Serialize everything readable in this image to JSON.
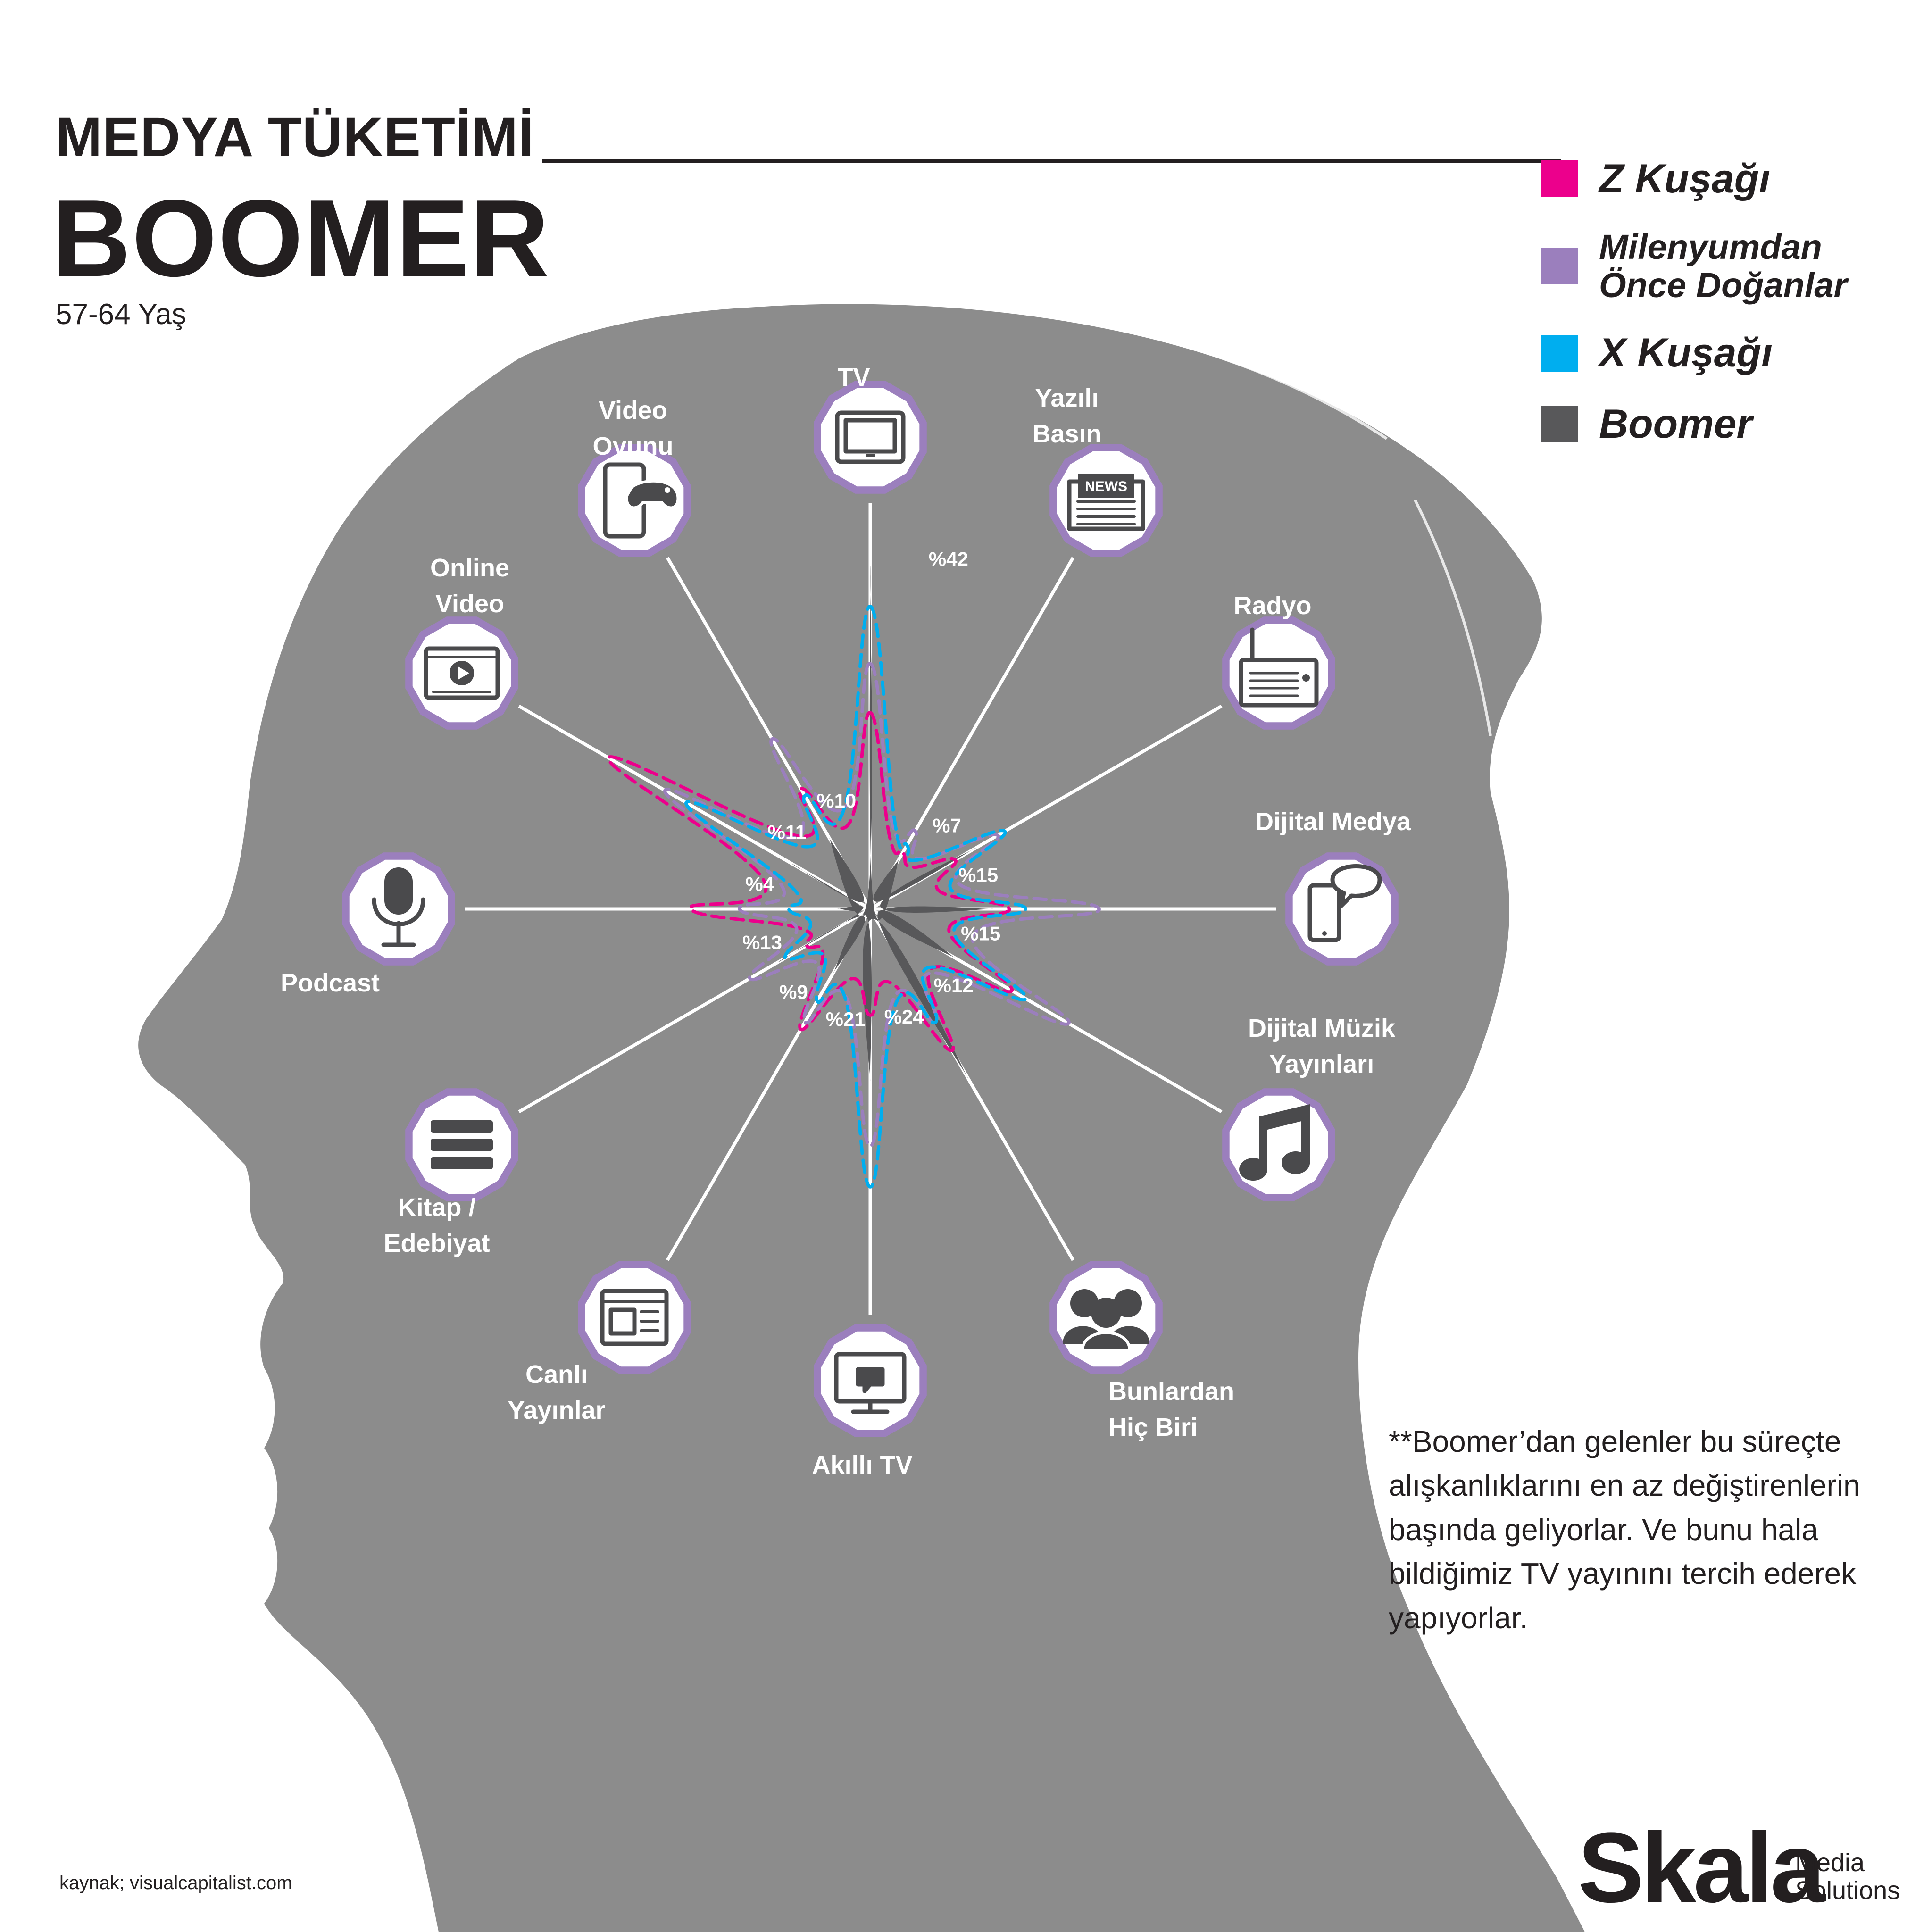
{
  "header": {
    "title_small": "MEDYA TÜKETİMİ",
    "title_big": "BOOMER",
    "subtitle": "57-64 Yaş"
  },
  "colors": {
    "head": "#8c8c8c",
    "z": "#ec008c",
    "mil": "#9b7fbd",
    "x": "#00aeef",
    "boomer": "#58585a",
    "ring": "#9b7fbd"
  },
  "legend": [
    {
      "label": "Z Kuşağı",
      "color": "#ec008c"
    },
    {
      "label": "Milenyumdan\nÖnce Doğanlar",
      "color": "#9b7fbd"
    },
    {
      "label": "X Kuşağı",
      "color": "#00aeef"
    },
    {
      "label": "Boomer",
      "color": "#58585a"
    }
  ],
  "chart_data": {
    "type": "radar",
    "categories": [
      {
        "label": "TV",
        "icon": "tv-icon",
        "pct": "%42"
      },
      {
        "label": "Yazılı\nBasın",
        "icon": "newspaper-icon",
        "pct": "%7"
      },
      {
        "label": "Radyo",
        "icon": "radio-icon",
        "pct": "%15"
      },
      {
        "label": "Dijital Medya",
        "icon": "phone-chat-icon",
        "pct": "%15"
      },
      {
        "label": "Dijital Müzik\nYayınları",
        "icon": "music-note-icon",
        "pct": "%12"
      },
      {
        "label": "Bunlardan\nHiç Biri",
        "icon": "people-icon",
        "pct": "%24"
      },
      {
        "label": "Akıllı TV",
        "icon": "smart-tv-icon",
        "pct": "%21"
      },
      {
        "label": "Canlı\nYayınlar",
        "icon": "live-stream-icon",
        "pct": "%9"
      },
      {
        "label": "Kitap /\nEdebiyat",
        "icon": "book-icon",
        "pct": "%13"
      },
      {
        "label": "Podcast",
        "icon": "microphone-icon",
        "pct": "%4"
      },
      {
        "label": "Online\nVideo",
        "icon": "online-video-icon",
        "pct": "%11"
      },
      {
        "label": "Video\nOyunu",
        "icon": "game-controller-icon",
        "pct": "%10"
      }
    ],
    "series": [
      {
        "name": "Z Kuşağı",
        "values": [
          24,
          8,
          12,
          17,
          20,
          20,
          13,
          17,
          9,
          22,
          37,
          17
        ]
      },
      {
        "name": "Milenyumdan Önce Doğanlar",
        "values": [
          30,
          11,
          18,
          28,
          28,
          16,
          29,
          16,
          17,
          16,
          29,
          24
        ]
      },
      {
        "name": "X Kuşağı",
        "values": [
          37,
          9,
          19,
          19,
          22,
          16,
          34,
          13,
          12,
          10,
          26,
          16
        ]
      },
      {
        "name": "Boomer",
        "values": [
          42,
          7,
          15,
          15,
          12,
          24,
          21,
          9,
          13,
          4,
          11,
          10
        ]
      }
    ],
    "rmax": 45
  },
  "note": "**Boomer’dan gelenler bu süreçte alışkanlıklarını en az değiştirenlerin başında geliyorlar. Ve bunu hala bildiğimiz TV yayınını tercih ederek yapıyorlar.",
  "source": "kaynak; visualcapitalist.com",
  "logo": {
    "main": "Skala",
    "sub": "Media\nSolutions"
  }
}
